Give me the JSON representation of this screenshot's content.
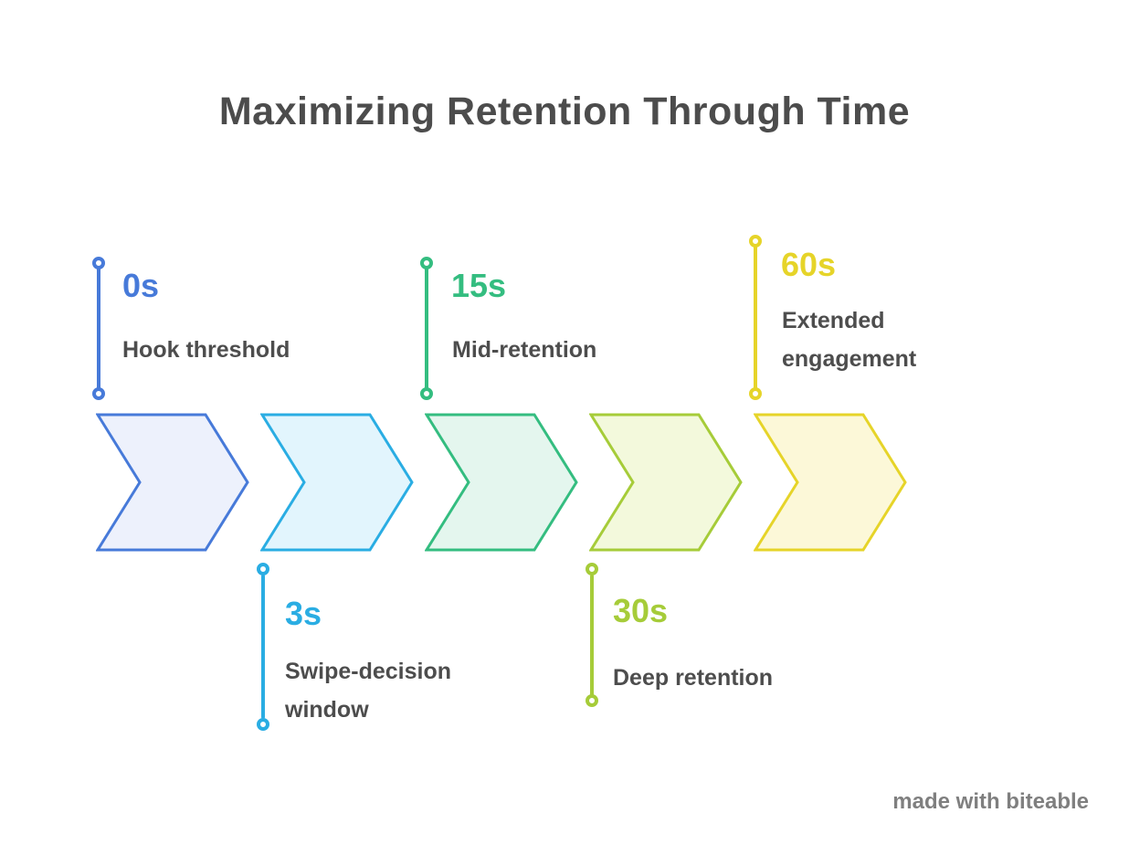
{
  "title": "Maximizing Retention Through Time",
  "timeline": {
    "milestones": [
      {
        "time": "0s",
        "label": "Hook threshold",
        "accent": "#477ad9",
        "fill": "#edf1fc",
        "side": "above"
      },
      {
        "time": "3s",
        "label": "Swipe-decision window",
        "accent": "#2aade3",
        "fill": "#e2f5fd",
        "side": "below"
      },
      {
        "time": "15s",
        "label": "Mid-retention",
        "accent": "#34bd80",
        "fill": "#e4f6ee",
        "side": "above"
      },
      {
        "time": "30s",
        "label": "Deep retention",
        "accent": "#a6cc39",
        "fill": "#f3f9dc",
        "side": "below"
      },
      {
        "time": "60s",
        "label": "Extended engagement",
        "accent": "#e6d429",
        "fill": "#fcf8d8",
        "side": "above"
      }
    ]
  },
  "colors": {
    "title_text": "#4c4c4c",
    "label_text": "#4d4d4d",
    "footer_text": "#7f7f7f",
    "background": "#ffffff"
  },
  "footer": {
    "credit": "made with biteable"
  }
}
